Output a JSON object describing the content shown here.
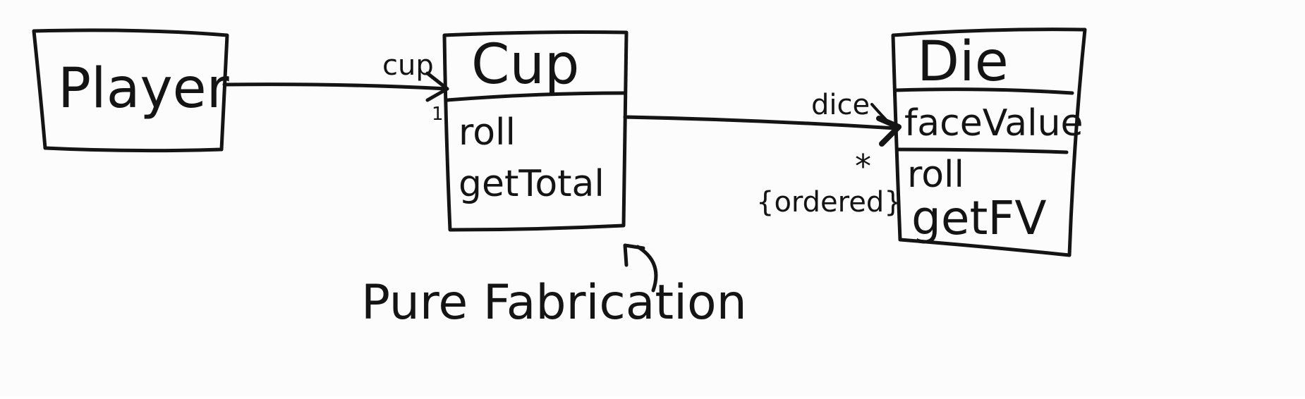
{
  "diagram": {
    "classes": [
      {
        "id": "player",
        "name": "Player",
        "attributes": [],
        "operations": []
      },
      {
        "id": "cup",
        "name": "Cup",
        "attributes": [],
        "operations": [
          "roll",
          "getTotal"
        ]
      },
      {
        "id": "die",
        "name": "Die",
        "attributes": [
          "faceValue"
        ],
        "operations": [
          "roll",
          "getFV"
        ]
      }
    ],
    "associations": [
      {
        "from": "player",
        "to": "cup",
        "role": "cup",
        "multiplicity": "1",
        "navigable": true
      },
      {
        "from": "cup",
        "to": "die",
        "role": "dice",
        "multiplicity": "*",
        "constraint": "{ordered}",
        "navigable": true
      }
    ],
    "annotation": {
      "text": "Pure Fabrication",
      "points_to": "cup"
    },
    "ink_color": "#141414",
    "paper_color": "#fcfcfc"
  }
}
